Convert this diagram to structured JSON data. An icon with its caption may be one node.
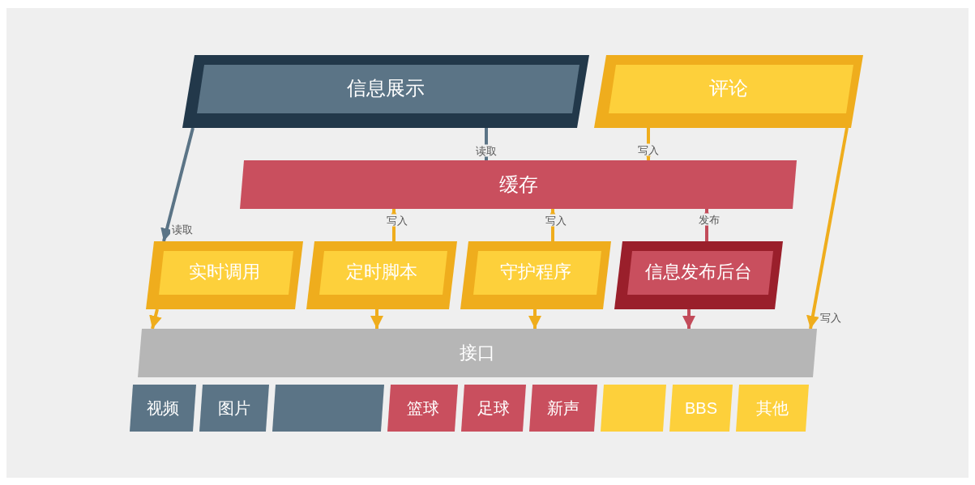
{
  "diagram": {
    "nodes": [
      {
        "text": [
          "信息展示"
        ]
      },
      {
        "text": [
          "评论"
        ]
      },
      {
        "text": [
          "缓存"
        ]
      },
      {
        "text": [
          "实时调用"
        ]
      },
      {
        "text": [
          "定时脚本"
        ]
      },
      {
        "text": [
          "守护程序"
        ]
      },
      {
        "text": [
          "信息发布后台"
        ]
      },
      {
        "text": [
          "接口"
        ]
      },
      {
        "text": [
          "视频"
        ]
      },
      {
        "text": [
          "图片"
        ]
      },
      {
        "text": [],
        "shape": "box"
      },
      {
        "text": [
          "篮球"
        ]
      },
      {
        "text": [
          "足球"
        ]
      },
      {
        "text": [
          "新声"
        ]
      },
      {
        "text": [],
        "shape": "box"
      },
      {
        "text": [
          "BBS"
        ]
      },
      {
        "text": [
          "其他"
        ]
      }
    ],
    "edges": [
      {
        "from": 0,
        "to": 2,
        "arrow": "to",
        "label": "读取",
        "color": "#5b7486"
      },
      {
        "from": 0,
        "to": 3,
        "arrow": "to",
        "label": "读取",
        "color": "#5b7486"
      },
      {
        "from": 1,
        "to": 2,
        "arrow": "to",
        "label": "写入"
      },
      {
        "from": 1,
        "to": 7,
        "arrow": "to",
        "label": "写入"
      },
      {
        "from": 4,
        "to": 2,
        "arrow": "to",
        "label": "写入"
      },
      {
        "from": 5,
        "to": 2,
        "arrow": "to",
        "label": "写入"
      },
      {
        "from": 6,
        "to": 2,
        "arrow": "to",
        "label": "发布",
        "color": "#c24b5a"
      },
      {
        "from": 3,
        "to": 7,
        "arrow": "to"
      },
      {
        "from": 4,
        "to": 7,
        "arrow": "to"
      },
      {
        "from": 5,
        "to": 7,
        "arrow": "to"
      },
      {
        "from": 6,
        "to": 7,
        "arrow": "to",
        "color": "#c24b5a"
      }
    ]
  }
}
